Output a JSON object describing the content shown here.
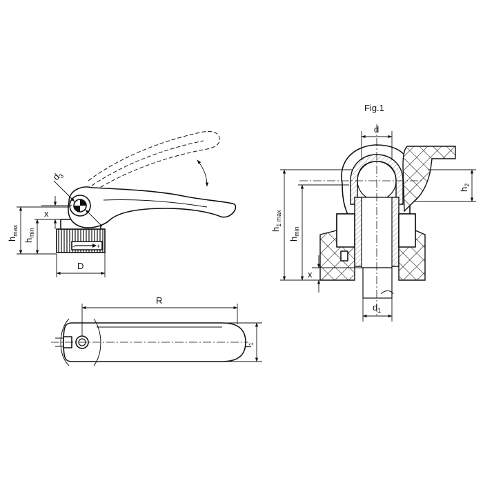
{
  "figure": {
    "title": "Fig.1"
  },
  "labels": {
    "d3": "d",
    "d3_sub": "3",
    "x_left": "x",
    "h_max": "h",
    "h_max_sub": "max",
    "h_min": "h",
    "h_min_sub": "min",
    "D": "D",
    "R": "R",
    "l1": "l",
    "l1_sub": "1",
    "d": "d",
    "h2": "h",
    "h2_sub": "2",
    "h1_max": "h",
    "h1_max_sub": "1 max",
    "h_min_right": "h",
    "h_min_right_sub": "min",
    "x_right": "x",
    "d1": "d",
    "d1_sub": "1"
  }
}
